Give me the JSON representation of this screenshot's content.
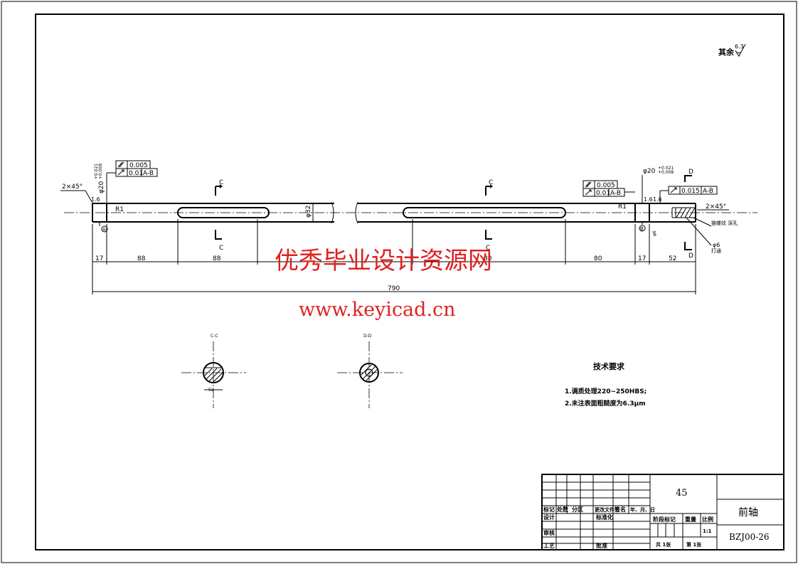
{
  "roughness_note": "其余",
  "roughness_value": "6.3",
  "left_end": {
    "chamfer": "2×45°",
    "roughness": "1.6",
    "diameter": "φ20",
    "tol_upper": "+0.021",
    "tol_lower": "+0.008",
    "fcf1_value": "0.005",
    "fcf2_value": "0.01",
    "fcf2_datum": "A-B",
    "radius": "R1",
    "datum": "A"
  },
  "shaft": {
    "diameter": "φ32",
    "section_c": "C"
  },
  "right_end": {
    "diameter": "φ20",
    "tol_upper": "+0.021",
    "tol_lower": "+0.008",
    "fcf1_value": "0.005",
    "fcf2_value": "0.01",
    "fcf2_datum": "A-B",
    "fcf3_value": "0.015",
    "fcf3_datum": "A-B",
    "radius": "R1",
    "roughness1": "1.6",
    "roughness2": "1.6",
    "section_d": "D",
    "datum": "B",
    "chamfer": "2×45°",
    "note_thread": "锥螺纹\n深孔",
    "note_hole": "φ6",
    "note_hole2": "打通"
  },
  "dimensions": {
    "d17a": "17",
    "d88a": "88",
    "d88b": "88",
    "d80a": "80",
    "d80b": "80",
    "d17b": "17",
    "d52": "52",
    "d790": "790"
  },
  "sections": {
    "c_label": "C-C",
    "d_label": "D-D"
  },
  "tech": {
    "title": "技术要求",
    "line1": "1.调质处理220~250HBS;",
    "line2": "2.未注表面粗糙度为6.3μm"
  },
  "title_block": {
    "material": "45",
    "part_name": "前轴",
    "drawing_no": "BZJ00-26",
    "h_mark": "标记",
    "h_count": "处数",
    "h_zone": "分区",
    "h_docno": "更改文件号",
    "h_sign": "签名",
    "h_date": "年、月、日",
    "design": "设计",
    "standard": "标准化",
    "review": "审核",
    "process": "工艺",
    "approve": "批准",
    "stage": "阶段标记",
    "weight": "重量",
    "scale": "比例",
    "scale_val": "1:1",
    "sheets": "共 1张",
    "sheet_no": "第 1张"
  },
  "watermark": {
    "line1": "优秀毕业设计资源网",
    "line2": "www.keyicad.cn"
  }
}
